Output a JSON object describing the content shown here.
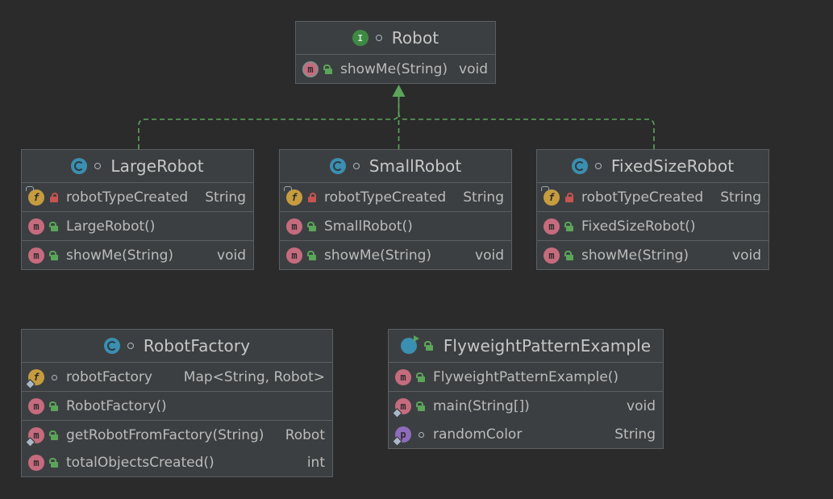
{
  "classes": [
    {
      "id": "Robot",
      "kind": "interface",
      "kind_letter": "I",
      "name": "Robot",
      "sections": [
        [
          {
            "kind": "method",
            "kind_letter": "m",
            "vis": "public",
            "name": "showMe(String)",
            "type": "void",
            "abstract": true
          }
        ]
      ]
    },
    {
      "id": "LargeRobot",
      "kind": "class",
      "kind_letter": "c",
      "name": "LargeRobot",
      "sections": [
        [
          {
            "kind": "field",
            "kind_letter": "f",
            "vis": "private",
            "name": "robotTypeCreated",
            "type": "String",
            "pinned": true
          }
        ],
        [
          {
            "kind": "method",
            "kind_letter": "m",
            "vis": "public",
            "name": "LargeRobot()",
            "type": ""
          }
        ],
        [
          {
            "kind": "method",
            "kind_letter": "m",
            "vis": "public",
            "name": "showMe(String)",
            "type": "void"
          }
        ]
      ]
    },
    {
      "id": "SmallRobot",
      "kind": "class",
      "kind_letter": "c",
      "name": "SmallRobot",
      "sections": [
        [
          {
            "kind": "field",
            "kind_letter": "f",
            "vis": "private",
            "name": "robotTypeCreated",
            "type": "String",
            "pinned": true
          }
        ],
        [
          {
            "kind": "method",
            "kind_letter": "m",
            "vis": "public",
            "name": "SmallRobot()",
            "type": ""
          }
        ],
        [
          {
            "kind": "method",
            "kind_letter": "m",
            "vis": "public",
            "name": "showMe(String)",
            "type": "void"
          }
        ]
      ]
    },
    {
      "id": "FixedSizeRobot",
      "kind": "class",
      "kind_letter": "c",
      "name": "FixedSizeRobot",
      "sections": [
        [
          {
            "kind": "field",
            "kind_letter": "f",
            "vis": "private",
            "name": "robotTypeCreated",
            "type": "String",
            "pinned": true
          }
        ],
        [
          {
            "kind": "method",
            "kind_letter": "m",
            "vis": "public",
            "name": "FixedSizeRobot()",
            "type": ""
          }
        ],
        [
          {
            "kind": "method",
            "kind_letter": "m",
            "vis": "public",
            "name": "showMe(String)",
            "type": "void"
          }
        ]
      ]
    },
    {
      "id": "RobotFactory",
      "kind": "class",
      "kind_letter": "c",
      "name": "RobotFactory",
      "sections": [
        [
          {
            "kind": "field",
            "kind_letter": "f",
            "vis": "package",
            "name": "robotFactory",
            "type": "Map<String, Robot>",
            "static": true
          }
        ],
        [
          {
            "kind": "method",
            "kind_letter": "m",
            "vis": "public",
            "name": "RobotFactory()",
            "type": ""
          }
        ],
        [
          {
            "kind": "method",
            "kind_letter": "m",
            "vis": "public",
            "name": "getRobotFromFactory(String)",
            "type": "Robot",
            "static": true
          },
          {
            "kind": "method",
            "kind_letter": "m",
            "vis": "public",
            "name": "totalObjectsCreated()",
            "type": "int",
            "short": true
          }
        ]
      ]
    },
    {
      "id": "FlyweightPatternExample",
      "kind": "main",
      "kind_letter": "c",
      "name": "FlyweightPatternExample",
      "header_vis": "public",
      "sections": [
        [
          {
            "kind": "method",
            "kind_letter": "m",
            "vis": "public",
            "name": "FlyweightPatternExample()",
            "type": ""
          }
        ],
        [
          {
            "kind": "method",
            "kind_letter": "m",
            "vis": "public",
            "name": "main(String[])",
            "type": "void",
            "static": true
          },
          {
            "kind": "prop",
            "kind_letter": "p",
            "vis": "package",
            "name": "randomColor",
            "type": "String",
            "static": true
          }
        ]
      ]
    }
  ],
  "relations": [
    {
      "from": "LargeRobot",
      "to": "Robot",
      "type": "realization"
    },
    {
      "from": "SmallRobot",
      "to": "Robot",
      "type": "realization"
    },
    {
      "from": "FixedSizeRobot",
      "to": "Robot",
      "type": "realization"
    }
  ],
  "colors": {
    "background": "#2b2b2b",
    "box": "#3c3f41",
    "border": "#5b5f62",
    "realization_edge": "#5ba55a"
  }
}
